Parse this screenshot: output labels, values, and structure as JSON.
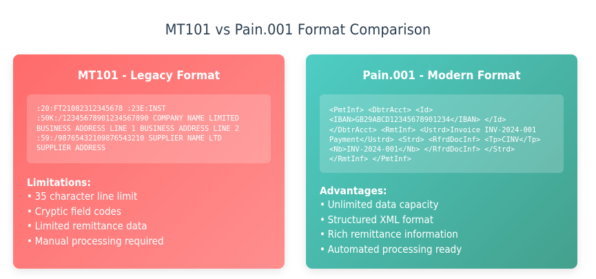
{
  "page": {
    "title": "MT101 vs Pain.001 Format Comparison"
  },
  "cards": [
    {
      "id": "legacy",
      "title": "MT101 - Legacy Format",
      "color_start": "#ff6b6b",
      "color_end": "#ff8e8e",
      "code_lines": [
        ":20:FT21082312345678 :23E:INST",
        ":50K:/12345678901234567890 COMPANY NAME LIMITED",
        "BUSINESS ADDRESS LINE 1 BUSINESS ADDRESS LINE 2",
        ":59:/98765432109876543210 SUPPLIER NAME LTD",
        "SUPPLIER ADDRESS"
      ],
      "points_heading": "Limitations:",
      "bullet": "•",
      "points": [
        "35 character line limit",
        "Cryptic field codes",
        "Limited remittance data",
        "Manual processing required"
      ]
    },
    {
      "id": "modern",
      "title": "Pain.001 - Modern Format",
      "color_start": "#4ecdc4",
      "color_end": "#44a08d",
      "code_lines": [
        "<PmtInf> <DbtrAcct> <Id>",
        "<IBAN>GB29ABCD12345678901234</IBAN> </Id>",
        "</DbtrAcct> <RmtInf> <Ustrd>Invoice INV-2024-001",
        "Payment</Ustrd> <Strd> <RfrdDocInf> <Tp>CINV</Tp>",
        "<Nb>INV-2024-001</Nb> </RfrdDocInf> </Strd>",
        "</RmtInf> </PmtInf>"
      ],
      "points_heading": "Advantages:",
      "bullet": "•",
      "points": [
        "Unlimited data capacity",
        "Structured XML format",
        "Rich remittance information",
        "Automated processing ready"
      ]
    }
  ]
}
